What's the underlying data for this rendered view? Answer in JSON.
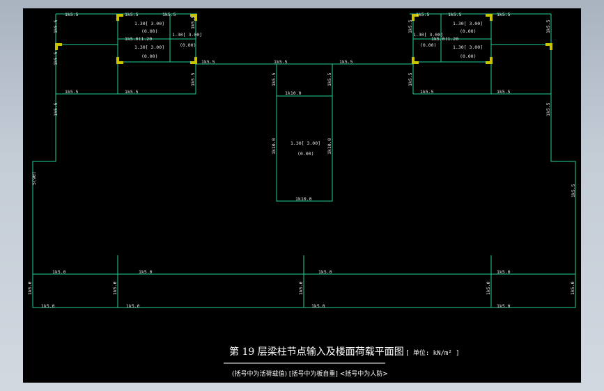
{
  "drawing": {
    "title": "第 19 层梁柱节点输入及楼面荷载平面图",
    "unit": "[ 单位: kN/m² ]",
    "subtitle": "(括号中为活荷载值) [括号中为板自重] <括号中为人防>"
  },
  "rooms": {
    "stair_left_a_load": "1.30[ 3.00]",
    "stair_left_a_sw": "(0.00)",
    "stair_left_b_load": "1.30[ 3.00]",
    "stair_left_b_sw": "(0.00)",
    "stair_left_side_load": "1.30[ 3.00]",
    "stair_left_side_sw": "(0.00)",
    "stair_left_note": "1k5.0(1.20",
    "stair_right_a_load": "1.30[ 3.00]",
    "stair_right_a_sw": "(0.00)",
    "stair_right_b_load": "1.30[ 3.00]",
    "stair_right_b_sw": "(0.00)",
    "stair_right_side_load": "1.30[ 3.00]",
    "stair_right_side_sw": "(0.00)",
    "stair_right_note": "1k5.0(1.20",
    "core_load": "1.30[ 3.00]",
    "core_sw": "(0.00)"
  },
  "beam_labels": {
    "b1": "1k5.5",
    "b2": "1k5.5",
    "b3": "1k5.5",
    "b4": "1k5.5",
    "b5": "1k5.5",
    "b6": "1k5.5",
    "b7": "1k5.5",
    "b8": "1k5.5",
    "b9": "1k5.5",
    "b10": "1k5.5",
    "b11": "1k5.5",
    "b12": "1k5.5",
    "b13": "1k5.5",
    "b14": "1k5.5",
    "b15": "1k5.5",
    "b16": "1k5.5",
    "b17": "1k5.5",
    "b18": "1k5.5",
    "b19": "1k5.5",
    "b20": "1k5.5",
    "b21": "1k5.5",
    "b22": "1k5.5",
    "b23": "1k5.5",
    "b24": "1k5.5",
    "core_top": "1k10.0",
    "core_left": "1k10.0",
    "core_right": "1k10.0",
    "core_bottom": "1k10.0",
    "left_mid": "5(90)",
    "right_mid": "1k5.5",
    "bot1": "1k5.0",
    "bot2": "1k5.0",
    "bot3": "1k5.0",
    "bot4": "1k5.0",
    "bot5": "1k5.0",
    "bot6": "1k5.0",
    "bot7": "1k5.0",
    "bot8": "1k5.0",
    "botv1": "1k5.0",
    "botv2": "1k5.0",
    "botv3": "1k5.0",
    "botv4": "1k5.0",
    "botv5": "1k5.0"
  },
  "colors": {
    "wall": "#1fcf9a",
    "column": "#c8c400",
    "background": "#000000"
  }
}
